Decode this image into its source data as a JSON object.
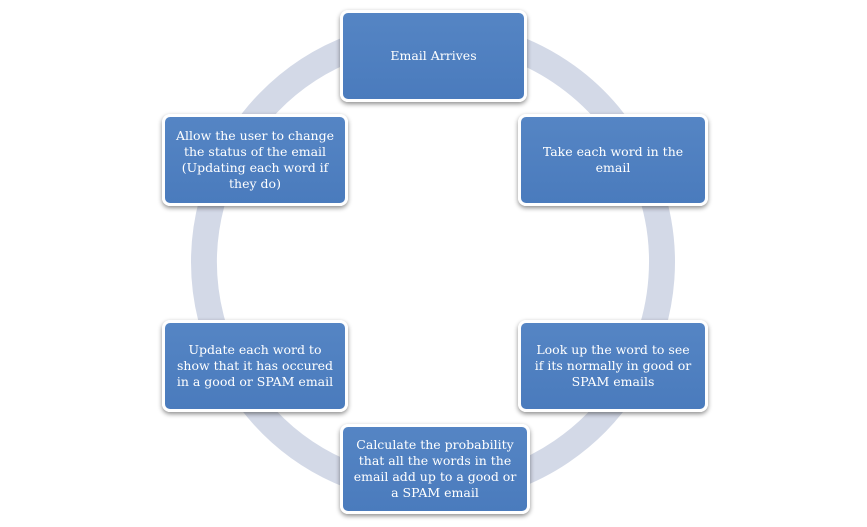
{
  "diagram": {
    "type": "cycle",
    "colors": {
      "node_fill": "#4f80c0",
      "node_border": "#ffffff",
      "node_text": "#ffffff",
      "ring": "#d3d9e7"
    },
    "nodes": [
      {
        "id": "email-arrives",
        "text": "Email Arrives"
      },
      {
        "id": "take-word",
        "text": "Take each word in the email"
      },
      {
        "id": "lookup-word",
        "text": "Look up the word to see if its normally in good or SPAM emails"
      },
      {
        "id": "calculate",
        "text": "Calculate the probability that all the words in the email add up to a good or a SPAM email"
      },
      {
        "id": "update-word",
        "text": "Update each word to show that it has occured in a good or SPAM email"
      },
      {
        "id": "allow-user",
        "text": "Allow the user to change the status of the email (Updating each word if they do)"
      }
    ]
  }
}
